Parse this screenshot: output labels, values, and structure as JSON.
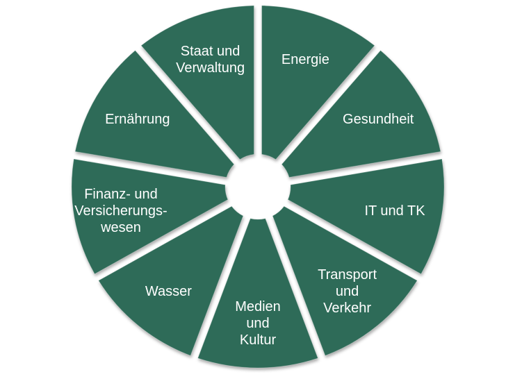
{
  "page": {
    "background_color": "#ffffff"
  },
  "diagram": {
    "type": "segmented-circle",
    "colors": {
      "segment_fill": "#2e6b58",
      "segment_edge_highlight": "rgba(255,255,255,0.28)",
      "gap_color": "#ffffff",
      "label_color": "#ffffff"
    },
    "segments": [
      {
        "label": "Energie",
        "lines": [
          "Energie"
        ],
        "start_deg": 0,
        "end_deg": 40
      },
      {
        "label": "Gesundheit",
        "lines": [
          "Gesundheit"
        ],
        "start_deg": 40,
        "end_deg": 80
      },
      {
        "label": "IT und TK",
        "lines": [
          "IT und TK"
        ],
        "start_deg": 80,
        "end_deg": 120
      },
      {
        "label": "Transport und Verkehr",
        "lines": [
          "Transport",
          "und",
          "Verkehr"
        ],
        "start_deg": 120,
        "end_deg": 160
      },
      {
        "label": "Medien und Kultur",
        "lines": [
          "Medien",
          "und",
          "Kultur"
        ],
        "start_deg": 160,
        "end_deg": 200
      },
      {
        "label": "Wasser",
        "lines": [
          "Wasser"
        ],
        "start_deg": 200,
        "end_deg": 240
      },
      {
        "label": "Finanz- und Versicherungswesen",
        "lines": [
          "Finanz- und",
          "Versicherungs-",
          "wesen"
        ],
        "start_deg": 240,
        "end_deg": 280
      },
      {
        "label": "Ernährung",
        "lines": [
          "Ernährung"
        ],
        "start_deg": 280,
        "end_deg": 320
      },
      {
        "label": "Staat und Verwaltung",
        "lines": [
          "Staat und",
          "Verwaltung"
        ],
        "start_deg": 320,
        "end_deg": 360
      }
    ]
  }
}
